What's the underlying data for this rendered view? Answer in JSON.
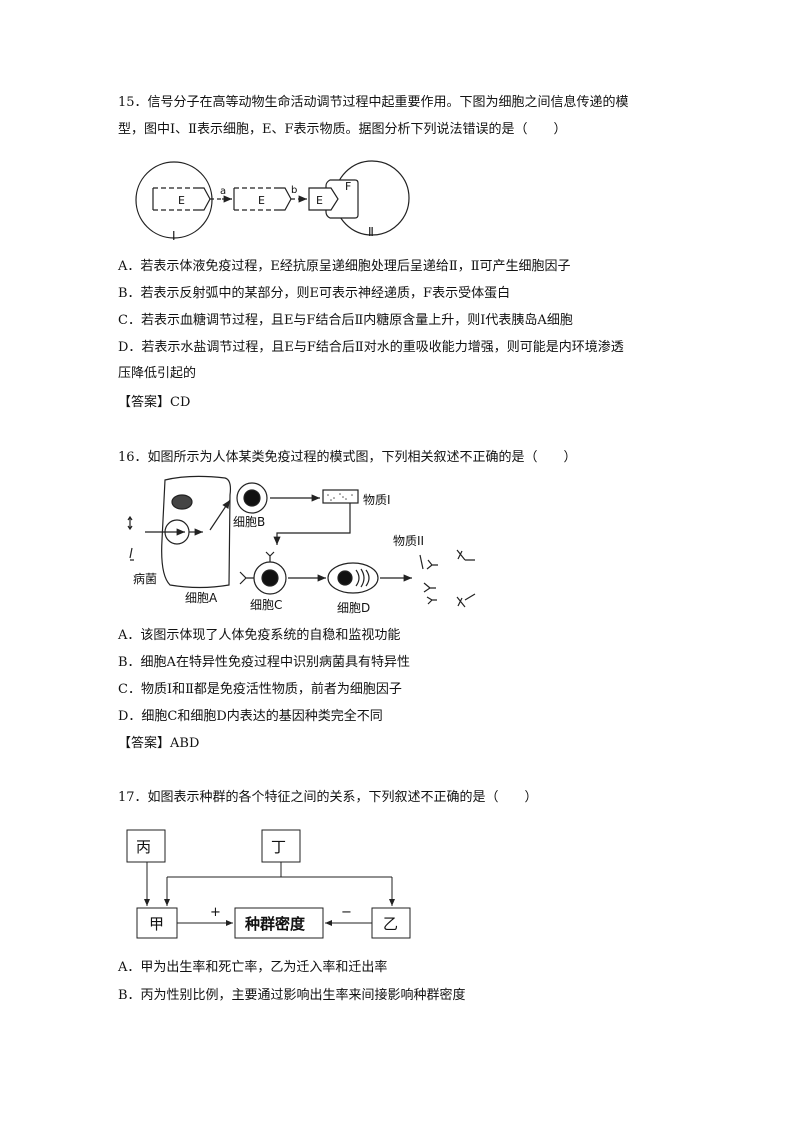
{
  "q15": {
    "stem_line1": "15．信号分子在高等动物生命活动调节过程中起重要作用。下图为细胞之间信息传递的模",
    "stem_line2": "型，图中Ⅰ、Ⅱ表示细胞，E、F表示物质。据图分析下列说法错误的是（　　）",
    "diagram": {
      "cell1": "Ⅰ",
      "cell2": "Ⅱ",
      "E": "E",
      "F": "F",
      "a": "a",
      "b": "b"
    },
    "options": [
      "A．若表示体液免疫过程，E经抗原呈递细胞处理后呈递给Ⅱ，Ⅱ可产生细胞因子",
      "B．若表示反射弧中的某部分，则E可表示神经递质，F表示受体蛋白",
      "C．若表示血糖调节过程，且E与F结合后Ⅱ内糖原含量上升，则Ⅰ代表胰岛A细胞",
      "D．若表示水盐调节过程，且E与F结合后Ⅱ对水的重吸收能力增强，则可能是内环境渗透"
    ],
    "option_d_cont": "压降低引起的",
    "answer": "【答案】CD"
  },
  "q16": {
    "stem": "16．如图所示为人体某类免疫过程的模式图，下列相关叙述不正确的是（　　）",
    "diagram": {
      "pathogen": "病菌",
      "cellA": "细胞A",
      "cellB": "细胞B",
      "cellC": "细胞C",
      "cellD": "细胞D",
      "substance1": "物质I",
      "substance2": "物质II"
    },
    "options": [
      "A．该图示体现了人体免疫系统的自稳和监视功能",
      "B．细胞A在特异性免疫过程中识别病菌具有特异性",
      "C．物质Ⅰ和Ⅱ都是免疫活性物质，前者为细胞因子",
      "D．细胞C和细胞D内表达的基因种类完全不同"
    ],
    "answer": "【答案】ABD"
  },
  "q17": {
    "stem": "17．如图表示种群的各个特征之间的关系，下列叙述不正确的是（　　）",
    "diagram": {
      "bing": "丙",
      "ding": "丁",
      "jia": "甲",
      "yi": "乙",
      "density": "种群密度",
      "plus": "+",
      "minus": "−"
    },
    "options": [
      "A．甲为出生率和死亡率，乙为迁入率和迁出率",
      "B．丙为性别比例，主要通过影响出生率来间接影响种群密度"
    ]
  }
}
